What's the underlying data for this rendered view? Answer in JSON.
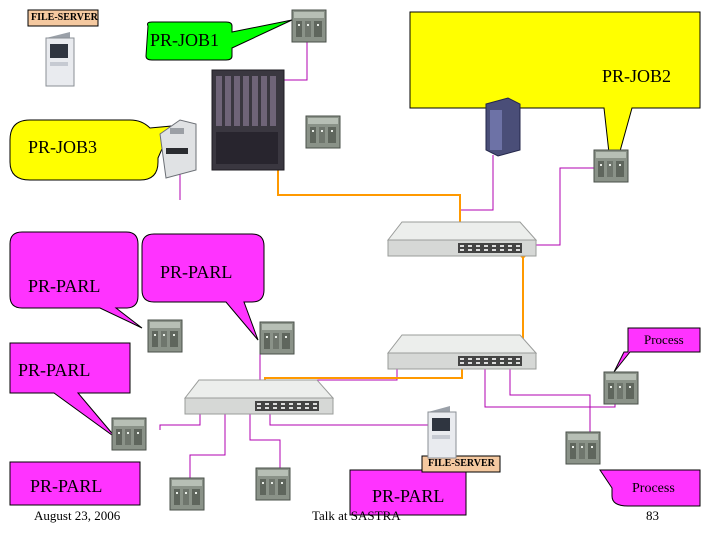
{
  "callouts": {
    "file_server_tag_top": "FILE-SERVER",
    "file_server_tag_bottom": "FILE-SERVER",
    "pr_job1": "PR-JOB1",
    "pr_job2": "PR-JOB2",
    "pr_job3": "PR-JOB3",
    "pr_parl_left": "PR-PARL",
    "pr_parl_center": "PR-PARL",
    "pr_parl_mid_left": "PR-PARL",
    "pr_parl_bottom_left": "PR-PARL",
    "pr_parl_bottom_center": "PR-PARL",
    "process_top": "Process",
    "process_bottom": "Process"
  },
  "footer": {
    "date": "August 23, 2006",
    "talk": "Talk at SASTRA",
    "page": "83"
  },
  "colors": {
    "green_callout": "#00ff00",
    "yellow_callout": "#ffff00",
    "magenta_callout": "#ff33ff",
    "tan_tag": "#f5c9a0",
    "cable_purple": "#b000b0",
    "cable_orange": "#ff9900"
  },
  "icons": [
    "file-server-icon",
    "printer-icon",
    "router-chassis-icon",
    "tower-server-icon",
    "network-switch-icon",
    "computer-node-icon"
  ]
}
